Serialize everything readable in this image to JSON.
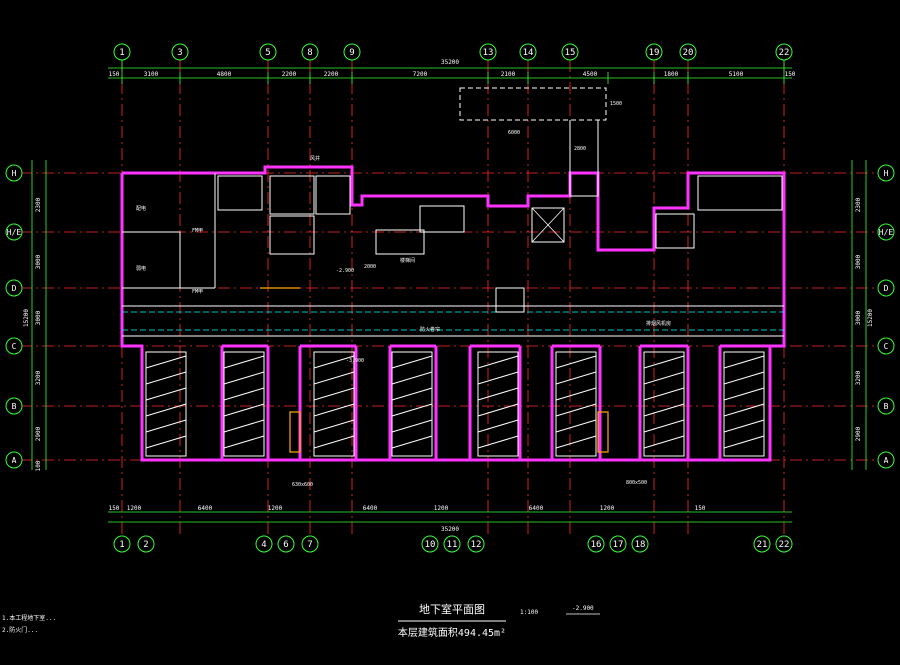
{
  "drawing": {
    "title": "地下室平面图",
    "area_note": "本层建筑面积494.45m²",
    "scale": "1:100",
    "level": "-2.900",
    "overall_dim": "35200",
    "notes": [
      "1.本工程地下室...",
      "2.防火门..."
    ]
  },
  "axes_top": [
    "1",
    "3",
    "5",
    "8",
    "9",
    "13",
    "14",
    "15",
    "19",
    "20",
    "22"
  ],
  "axes_bottom": [
    "1",
    "2",
    "4",
    "6",
    "7",
    "10",
    "11",
    "12",
    "16",
    "17",
    "18",
    "21",
    "22"
  ],
  "axes_side": [
    "H",
    "H/E",
    "D",
    "C",
    "B",
    "A"
  ],
  "dims_top": [
    "150",
    "3100",
    "4800",
    "2200",
    "2200",
    "7200",
    "2100",
    "4500",
    "1800",
    "5100",
    "150"
  ],
  "dims_bottom": [
    "150",
    "1200",
    "6400",
    "1200",
    "6400",
    "1200",
    "6400",
    "1200",
    "150"
  ],
  "dims_left": [
    "2300",
    "3000",
    "3000",
    "3200",
    "2900",
    "100"
  ],
  "dims_left_total": "15200",
  "rooms": {
    "corridor": "防火卷帘",
    "room_tl1": "配电",
    "room_tl2": "弱电",
    "door1": "FM甲",
    "door2": "FM甲",
    "label_stair": "楼梯间",
    "label_shaft": "风井",
    "callout1": "排烟风机房"
  },
  "annotations": {
    "elev1": "-2.900",
    "elev2": "-3.900",
    "hatch1": "630x600",
    "hatch2": "800x500",
    "opening1": "2800",
    "opening2": "1500",
    "opening3": "2000",
    "opening4": "6000"
  }
}
